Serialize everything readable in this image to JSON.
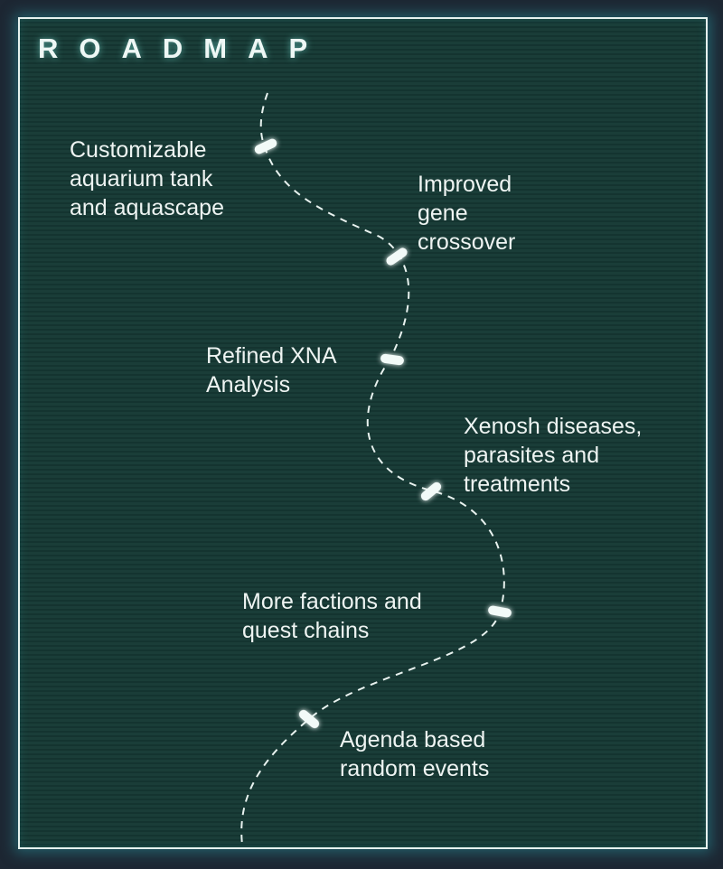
{
  "title": "ROADMAP",
  "items": [
    {
      "label": "Customizable\naquarium tank\nand aquascape"
    },
    {
      "label": "Improved\ngene\ncrossover"
    },
    {
      "label": "Refined XNA\nAnalysis"
    },
    {
      "label": "Xenosh diseases,\nparasites and\ntreatments"
    },
    {
      "label": "More factions and\nquest chains"
    },
    {
      "label": "Agenda based\nrandom events"
    }
  ]
}
